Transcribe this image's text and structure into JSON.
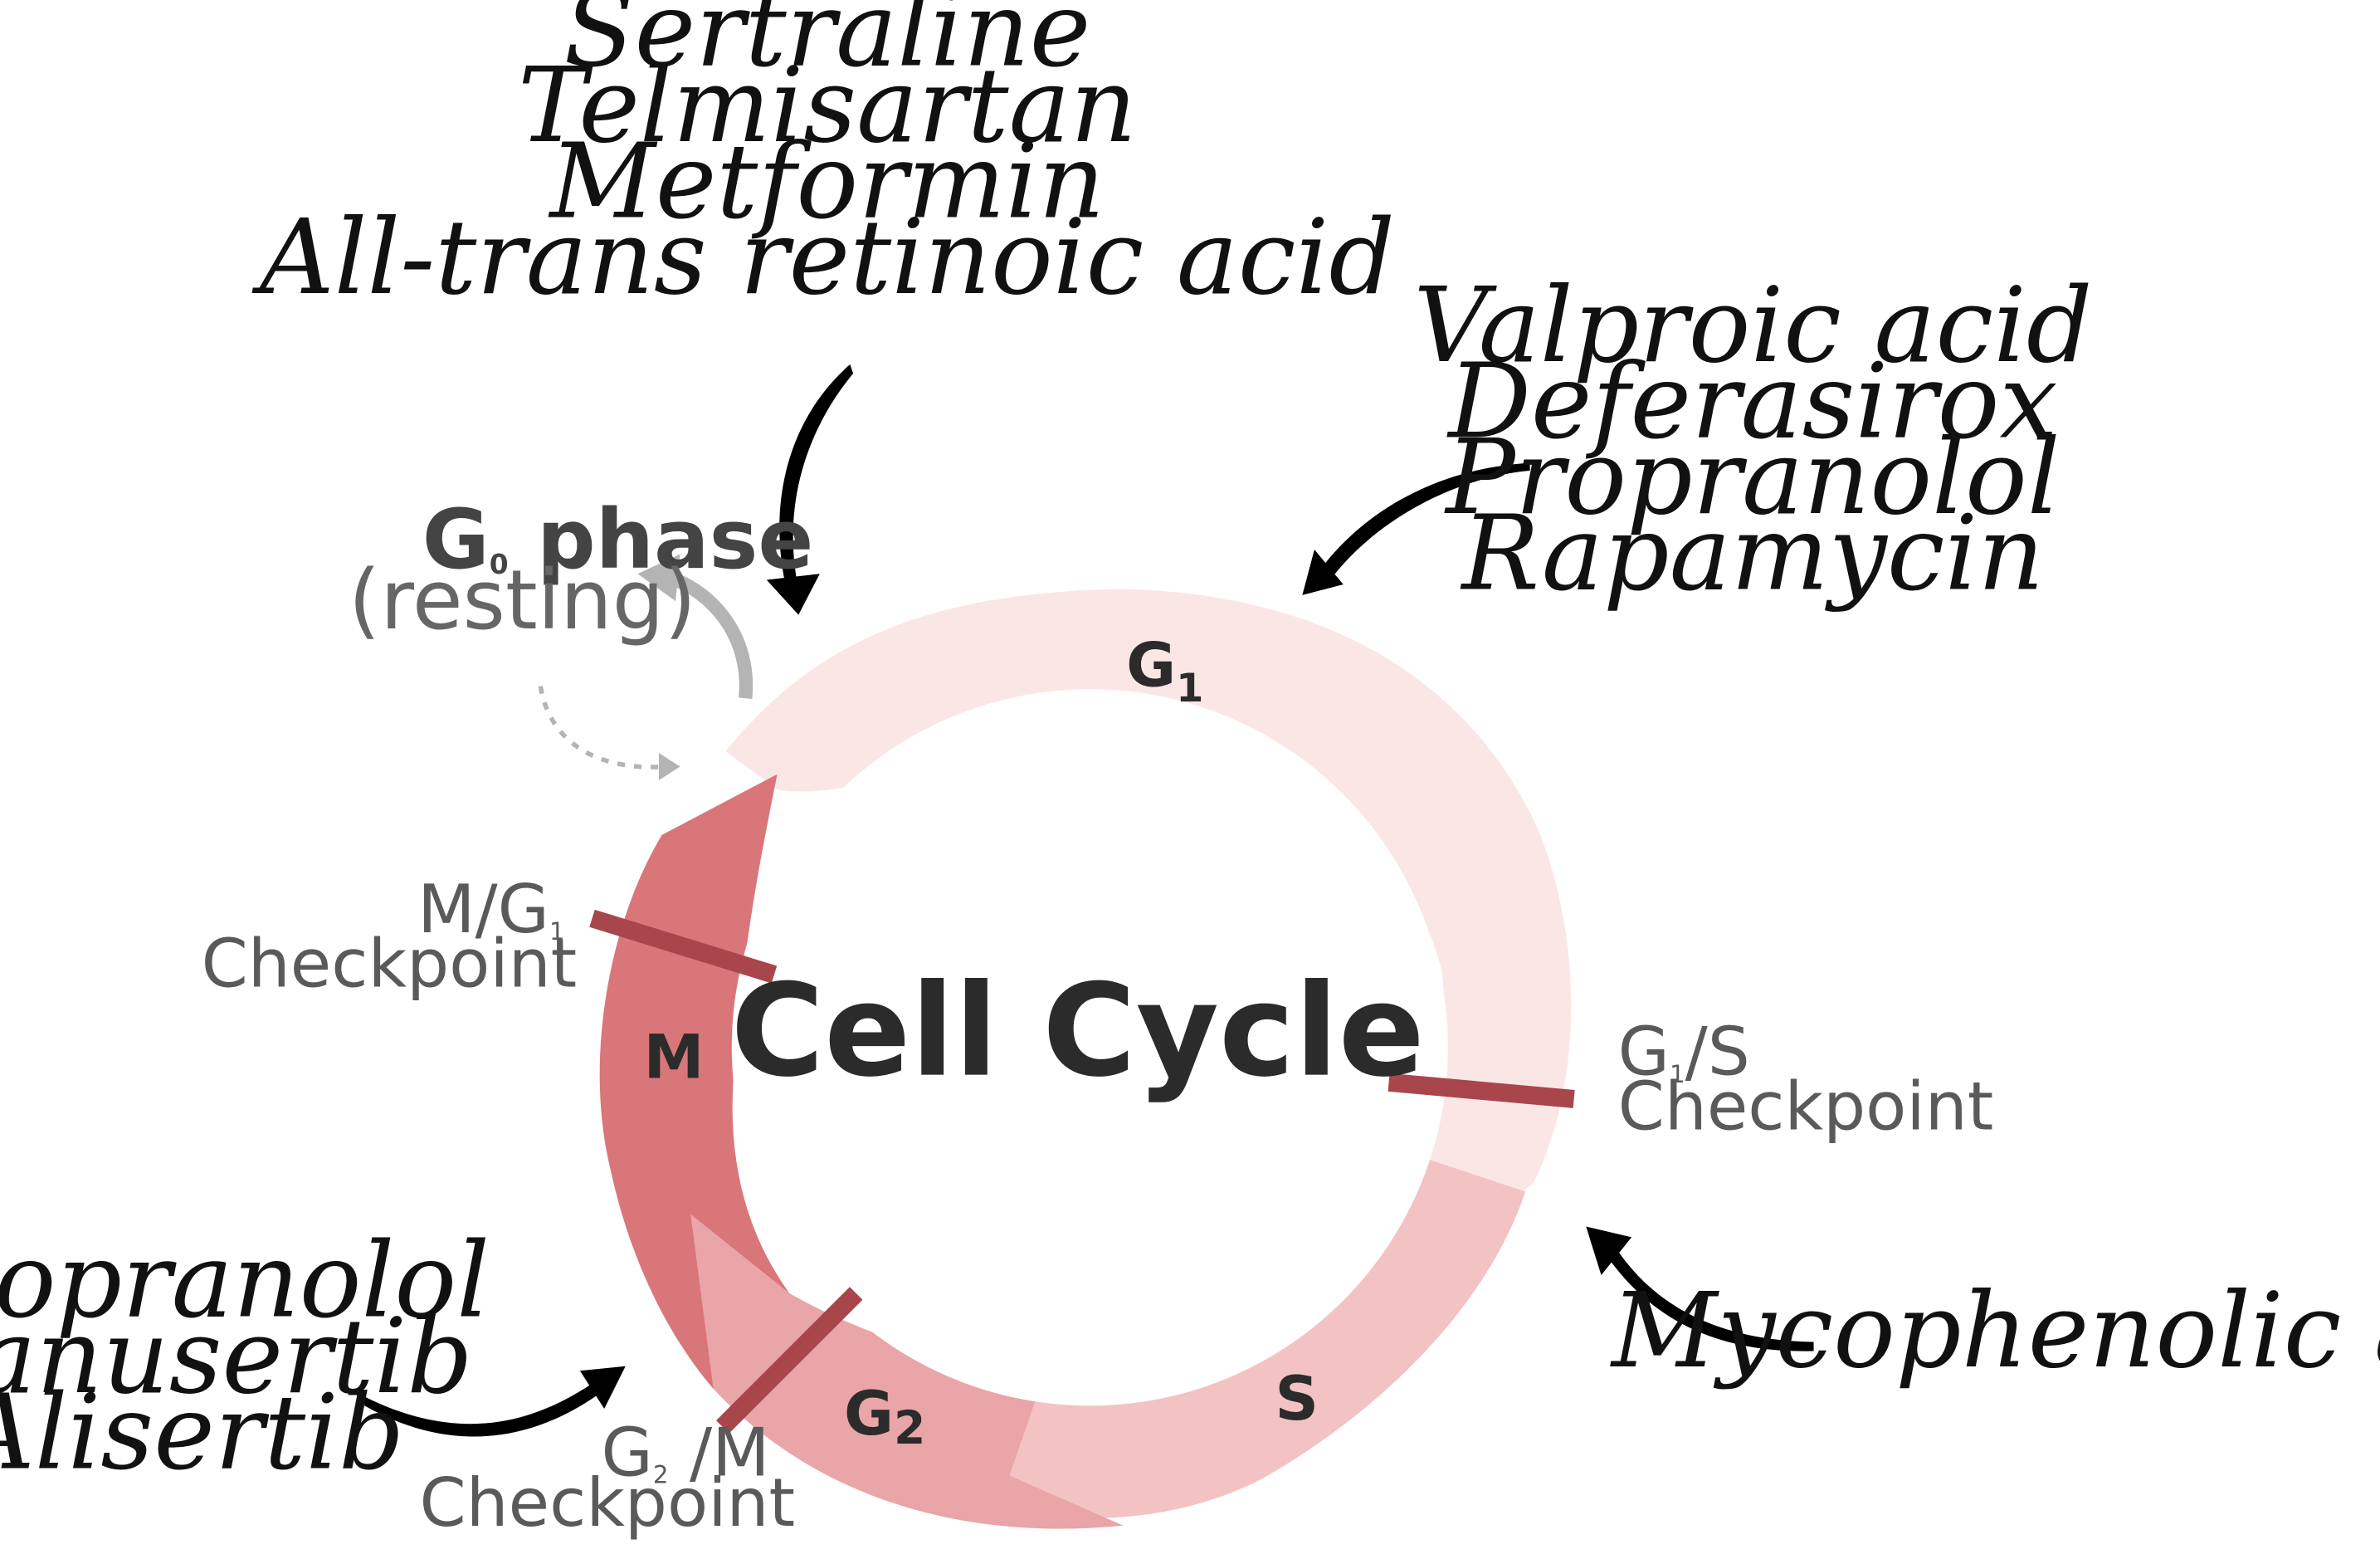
{
  "title": "Cell Cycle",
  "phases": {
    "g1": {
      "label": "G",
      "sub": "1"
    },
    "s": {
      "label": "S"
    },
    "g2": {
      "label": "G",
      "sub": "2"
    },
    "m": {
      "label": "M"
    }
  },
  "g0": {
    "label": "G",
    "sub": "0",
    "suffix": " phase",
    "note": "(resting)"
  },
  "checkpoints": {
    "m_g1": {
      "line1_pre": "M/G",
      "line1_sub": "1",
      "line2": "Checkpoint"
    },
    "g1_s": {
      "line1_pre": "G",
      "line1_sub": "1",
      "line1_post": "/S",
      "line2": "Checkpoint"
    },
    "g2_m": {
      "line1_pre": "G",
      "line1_sub": "2",
      "line1_post": " /M",
      "line2": "Checkpoint"
    }
  },
  "drug_groups": {
    "g0_entry": [
      "Sertraline",
      "Telmisartan",
      "Metformin",
      "All-trans retinoic acid"
    ],
    "g1": [
      "Valproic acid",
      "Deferasirox",
      "Propranolol",
      "Rapamycin"
    ],
    "s": [
      "Mycophenolic acid"
    ],
    "g2_m": [
      "Propranolol",
      "Danusertib",
      "Alisertib"
    ]
  },
  "colors": {
    "g1": "#fbe6e6",
    "s": "#f3c3c3",
    "g2": "#e9a5a7",
    "m": "#d9767a",
    "checkpoint": "#a8464c",
    "g0_arrow": "#b4b4b4",
    "drug_arrow": "#000000"
  }
}
